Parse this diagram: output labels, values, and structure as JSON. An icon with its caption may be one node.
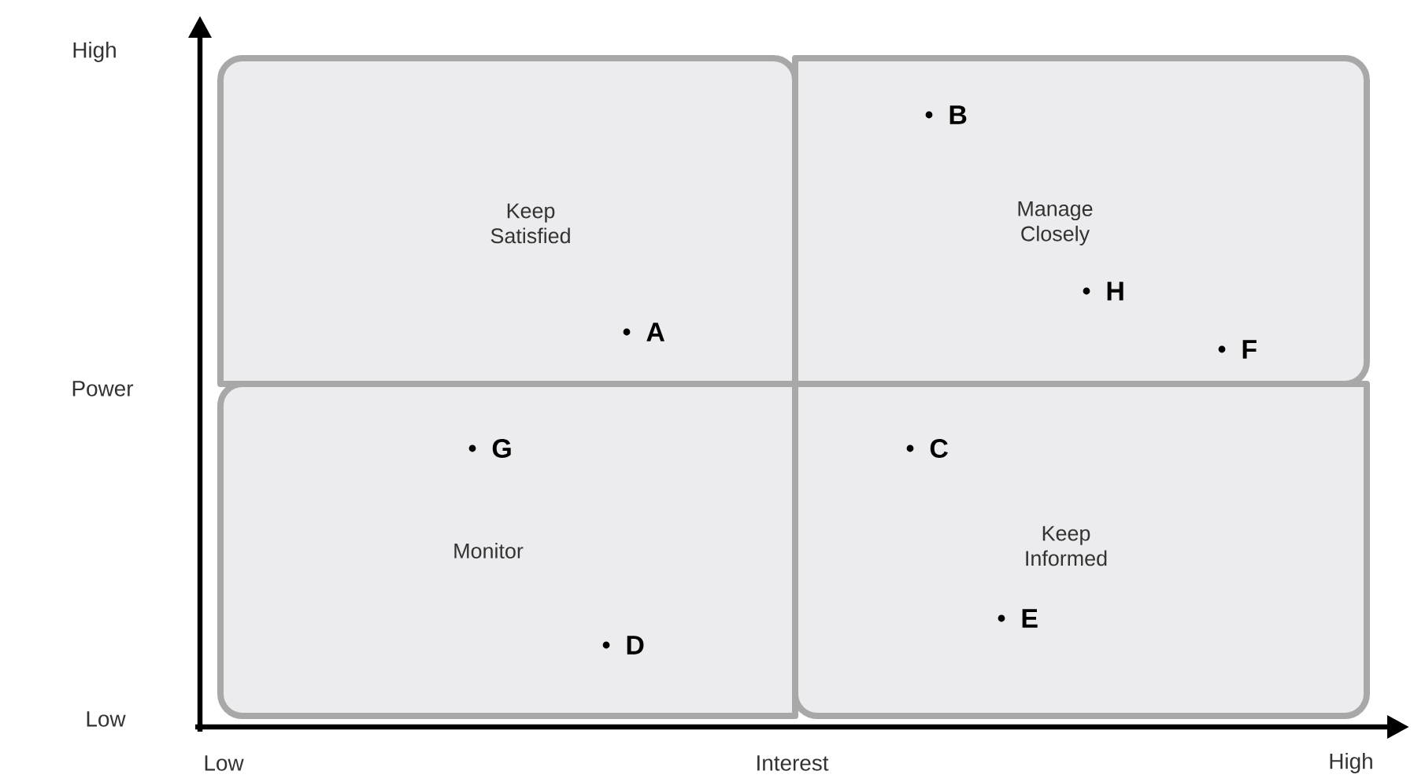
{
  "diagram": {
    "nodes": [
      {
        "text": [
          "Keep Satisfied"
        ]
      },
      {
        "text": [
          "Manage Closely"
        ]
      },
      {
        "text": [
          "Monitor"
        ]
      },
      {
        "text": [
          "Keep Informed"
        ]
      }
    ],
    "labels": [
      "High",
      "B",
      "H",
      "A",
      "F",
      "Power",
      "G",
      "C",
      "E",
      "D",
      "Low",
      "Low",
      "Interest",
      "High"
    ]
  }
}
